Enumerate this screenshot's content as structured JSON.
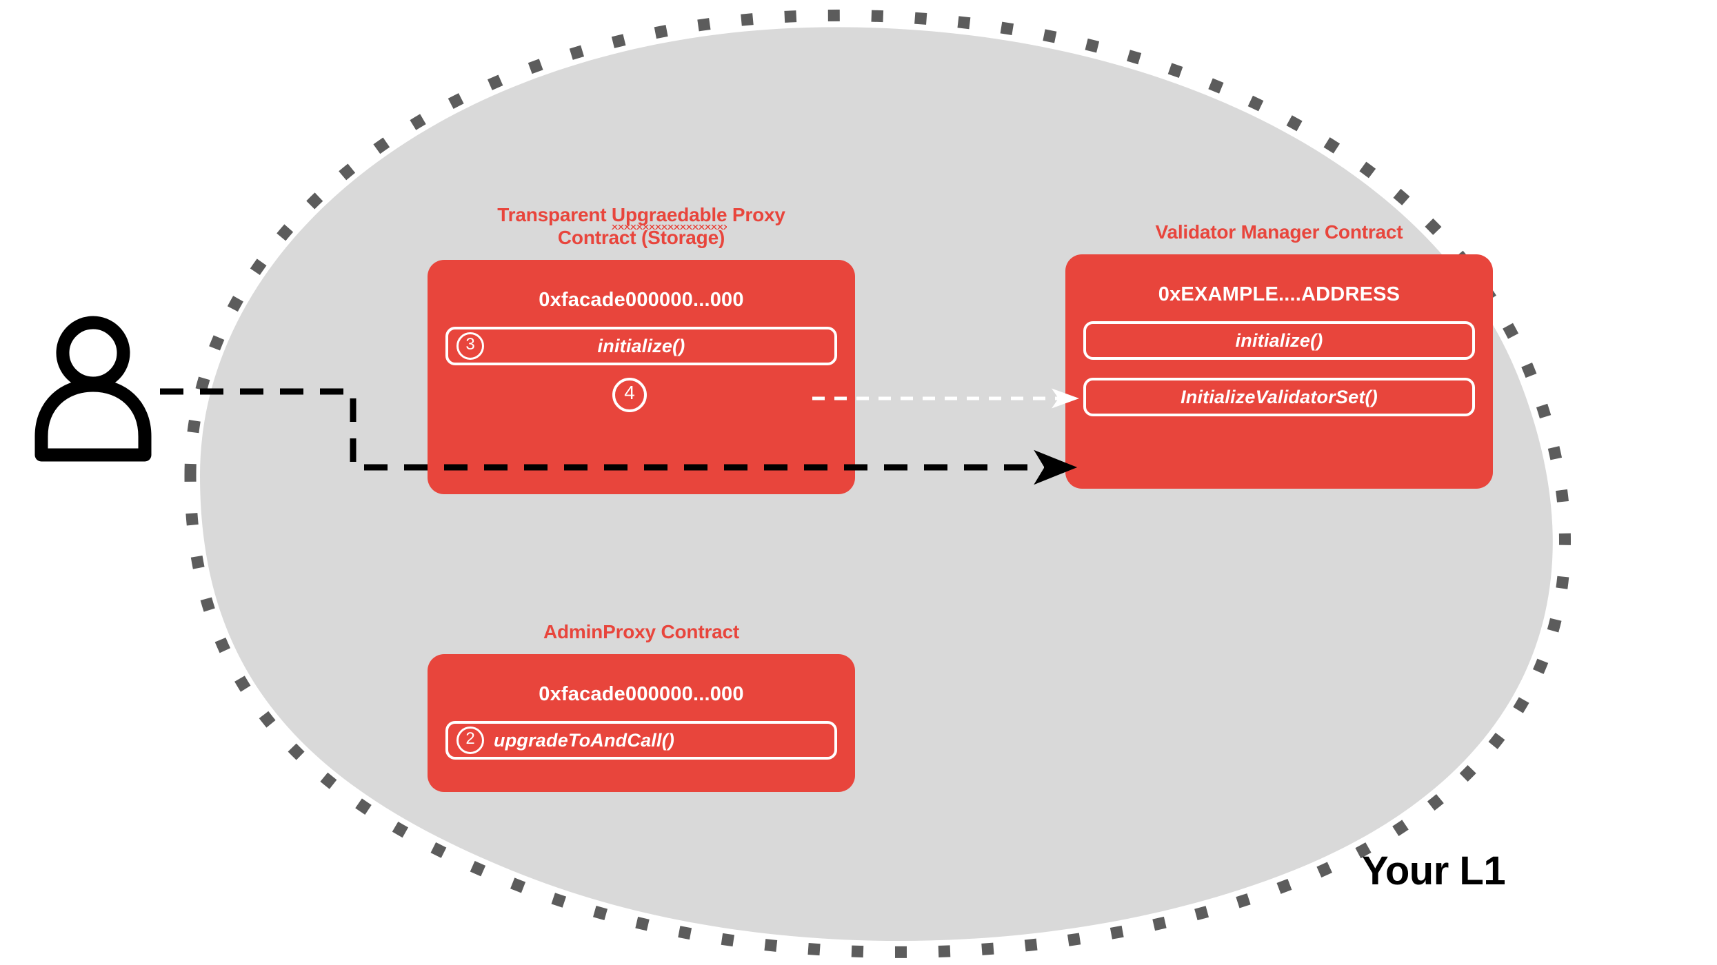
{
  "region": {
    "label": "Your L1",
    "fill_color": "#d9d9d9",
    "border_color": "#5c5c5c",
    "border_style": "dotted"
  },
  "actor": {
    "name": "user-actor",
    "icon": "person-icon",
    "color": "#000000"
  },
  "theme": {
    "contract_red": "#e8453c",
    "text_white": "#ffffff",
    "arrow_black": "#000000",
    "arrow_white": "#ffffff"
  },
  "contracts": [
    {
      "id": "transparent-upgradeable-proxy",
      "title_line1_pre": "Transparent ",
      "title_line1_misspelled": "Upgraedable",
      "title_line1_post": " Proxy",
      "title_line2": "Contract (Storage)",
      "address": "0xfacade000000...000",
      "methods": [
        {
          "step": "3",
          "label": "initialize()"
        }
      ],
      "floating_step": "4"
    },
    {
      "id": "validator-manager-contract",
      "title": "Validator Manager Contract",
      "address": "0xEXAMPLE....ADDRESS",
      "methods": [
        {
          "step": "",
          "label": "initialize()"
        },
        {
          "step": "",
          "label": "InitializeValidatorSet()"
        }
      ]
    },
    {
      "id": "admin-proxy-contract",
      "title": "AdminProxy  Contract",
      "address": "0xfacade000000...000",
      "methods": [
        {
          "step": "2",
          "label": "upgradeToAndCall()"
        }
      ]
    }
  ],
  "flows": [
    {
      "id": "user-to-initialize-validator-set",
      "style": "dashed",
      "color": "#000000",
      "from": "user-actor",
      "to": "InitializeValidatorSet()"
    },
    {
      "id": "proxy-initialize-to-vmc-initialize",
      "style": "dashed",
      "color": "#ffffff",
      "from": "initialize()",
      "to": "initialize()"
    }
  ]
}
